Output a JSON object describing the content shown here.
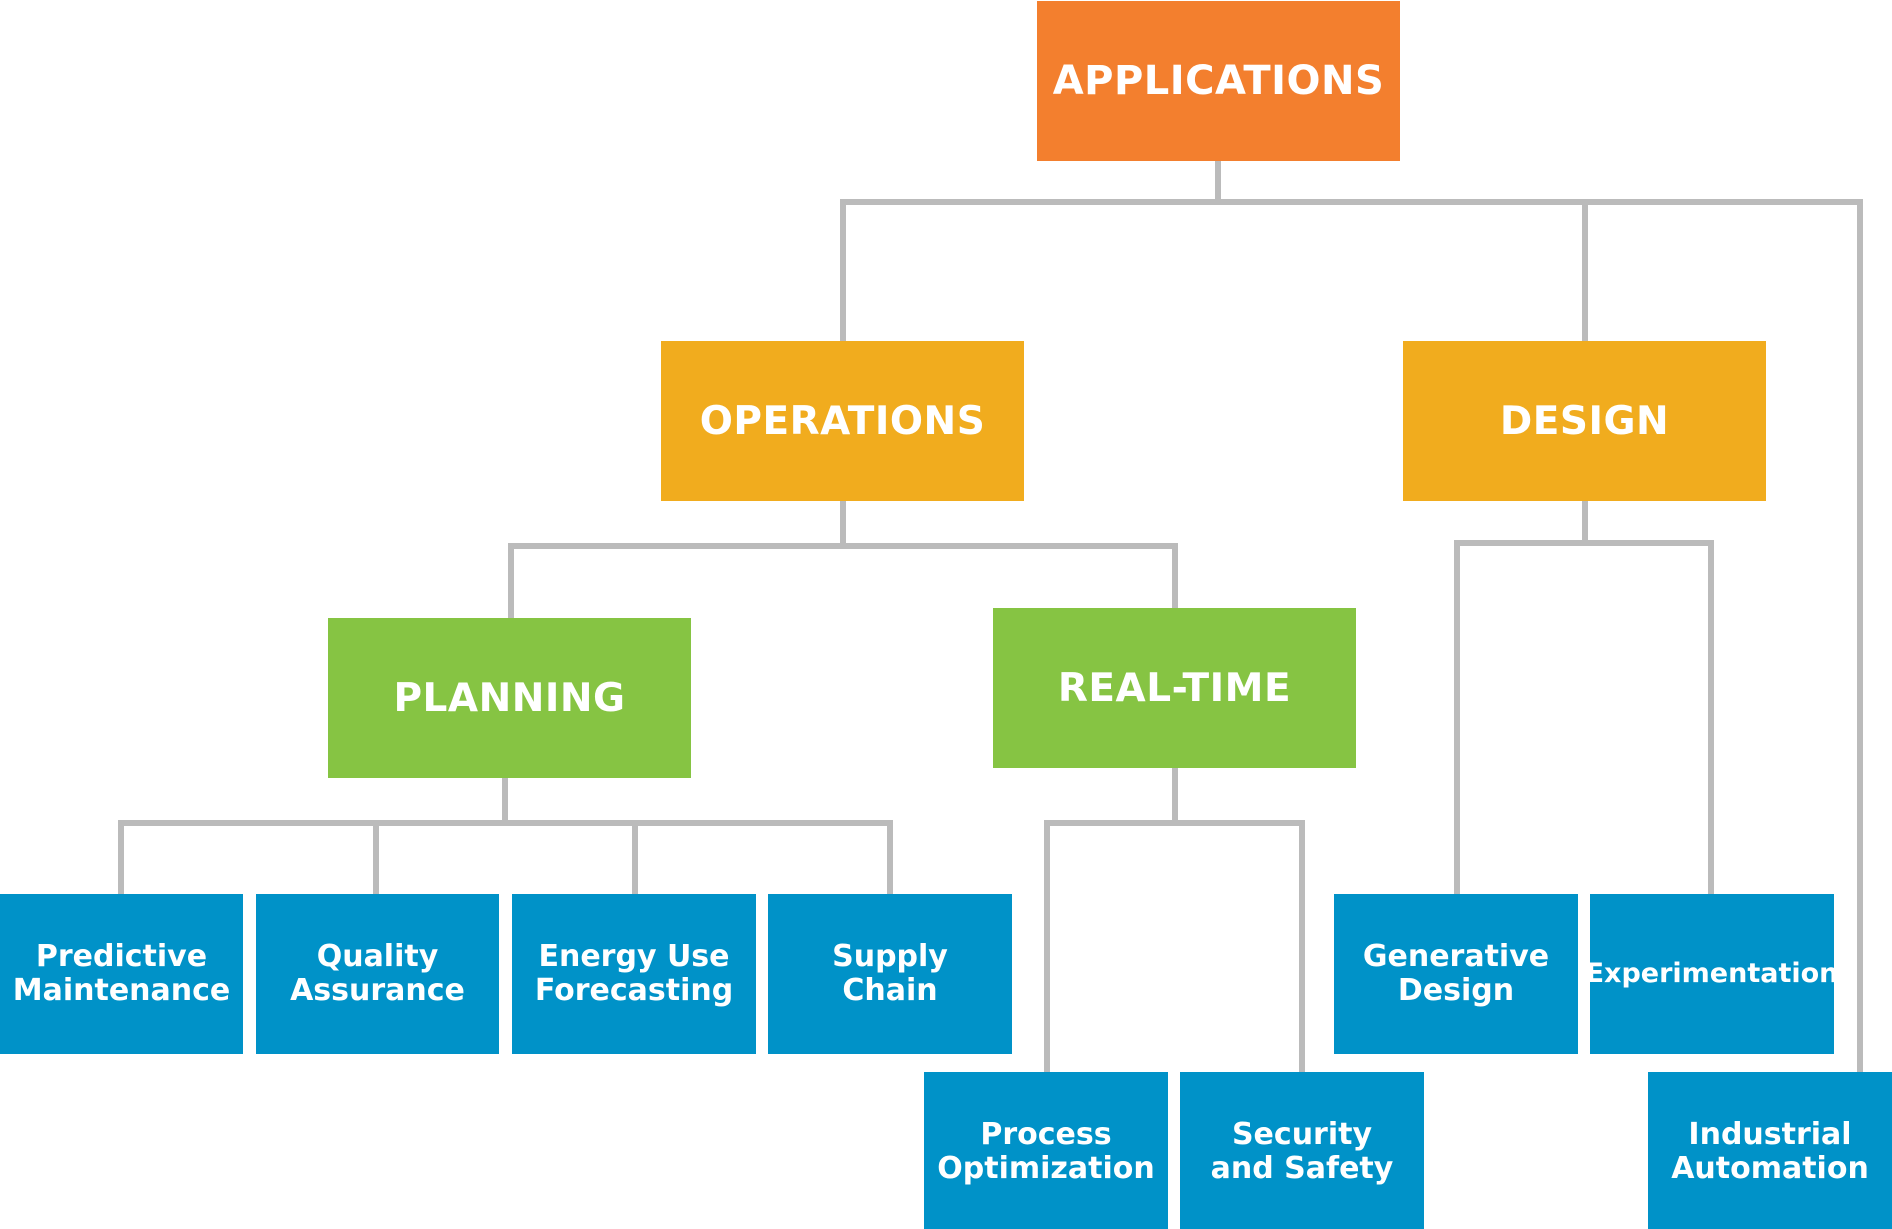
{
  "colors": {
    "root": "#F37F2E",
    "level1": "#F1AC1E",
    "level2": "#86C443",
    "leaf": "#0092C8",
    "connector": "#BBBBBB"
  },
  "root": {
    "label": "APPLICATIONS"
  },
  "operations": {
    "label": "OPERATIONS",
    "planning": {
      "label": "PLANNING",
      "children": [
        {
          "line1": "Predictive",
          "line2": "Maintenance"
        },
        {
          "line1": "Quality",
          "line2": "Assurance"
        },
        {
          "line1": "Energy Use",
          "line2": "Forecasting"
        },
        {
          "line1": "Supply",
          "line2": "Chain"
        }
      ]
    },
    "realtime": {
      "label": "REAL-TIME",
      "children": [
        {
          "line1": "Process",
          "line2": "Optimization"
        },
        {
          "line1": "Security",
          "line2": "and Safety"
        }
      ]
    }
  },
  "design": {
    "label": "DESIGN",
    "children": [
      {
        "line1": "Generative",
        "line2": "Design"
      },
      {
        "line1": "Experimentation",
        "line2": ""
      }
    ]
  },
  "industrial": {
    "line1": "Industrial",
    "line2": "Automation"
  }
}
